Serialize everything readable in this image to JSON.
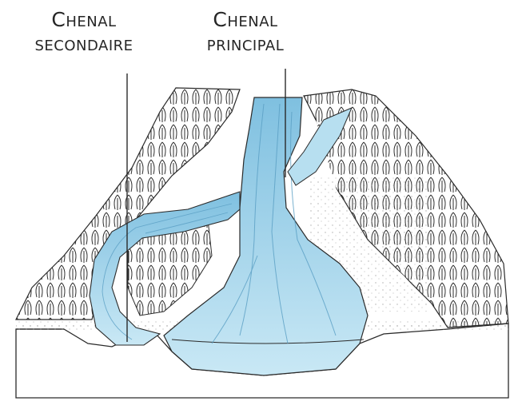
{
  "labels": {
    "secondary_channel": {
      "line1": "Chenal",
      "line2": "secondaire"
    },
    "main_channel": {
      "line1": "Chenal",
      "line2": "principal"
    }
  },
  "colors": {
    "water": "#a9d7ec",
    "water_dark": "#6eb4d6",
    "ink": "#2a2a2a"
  }
}
